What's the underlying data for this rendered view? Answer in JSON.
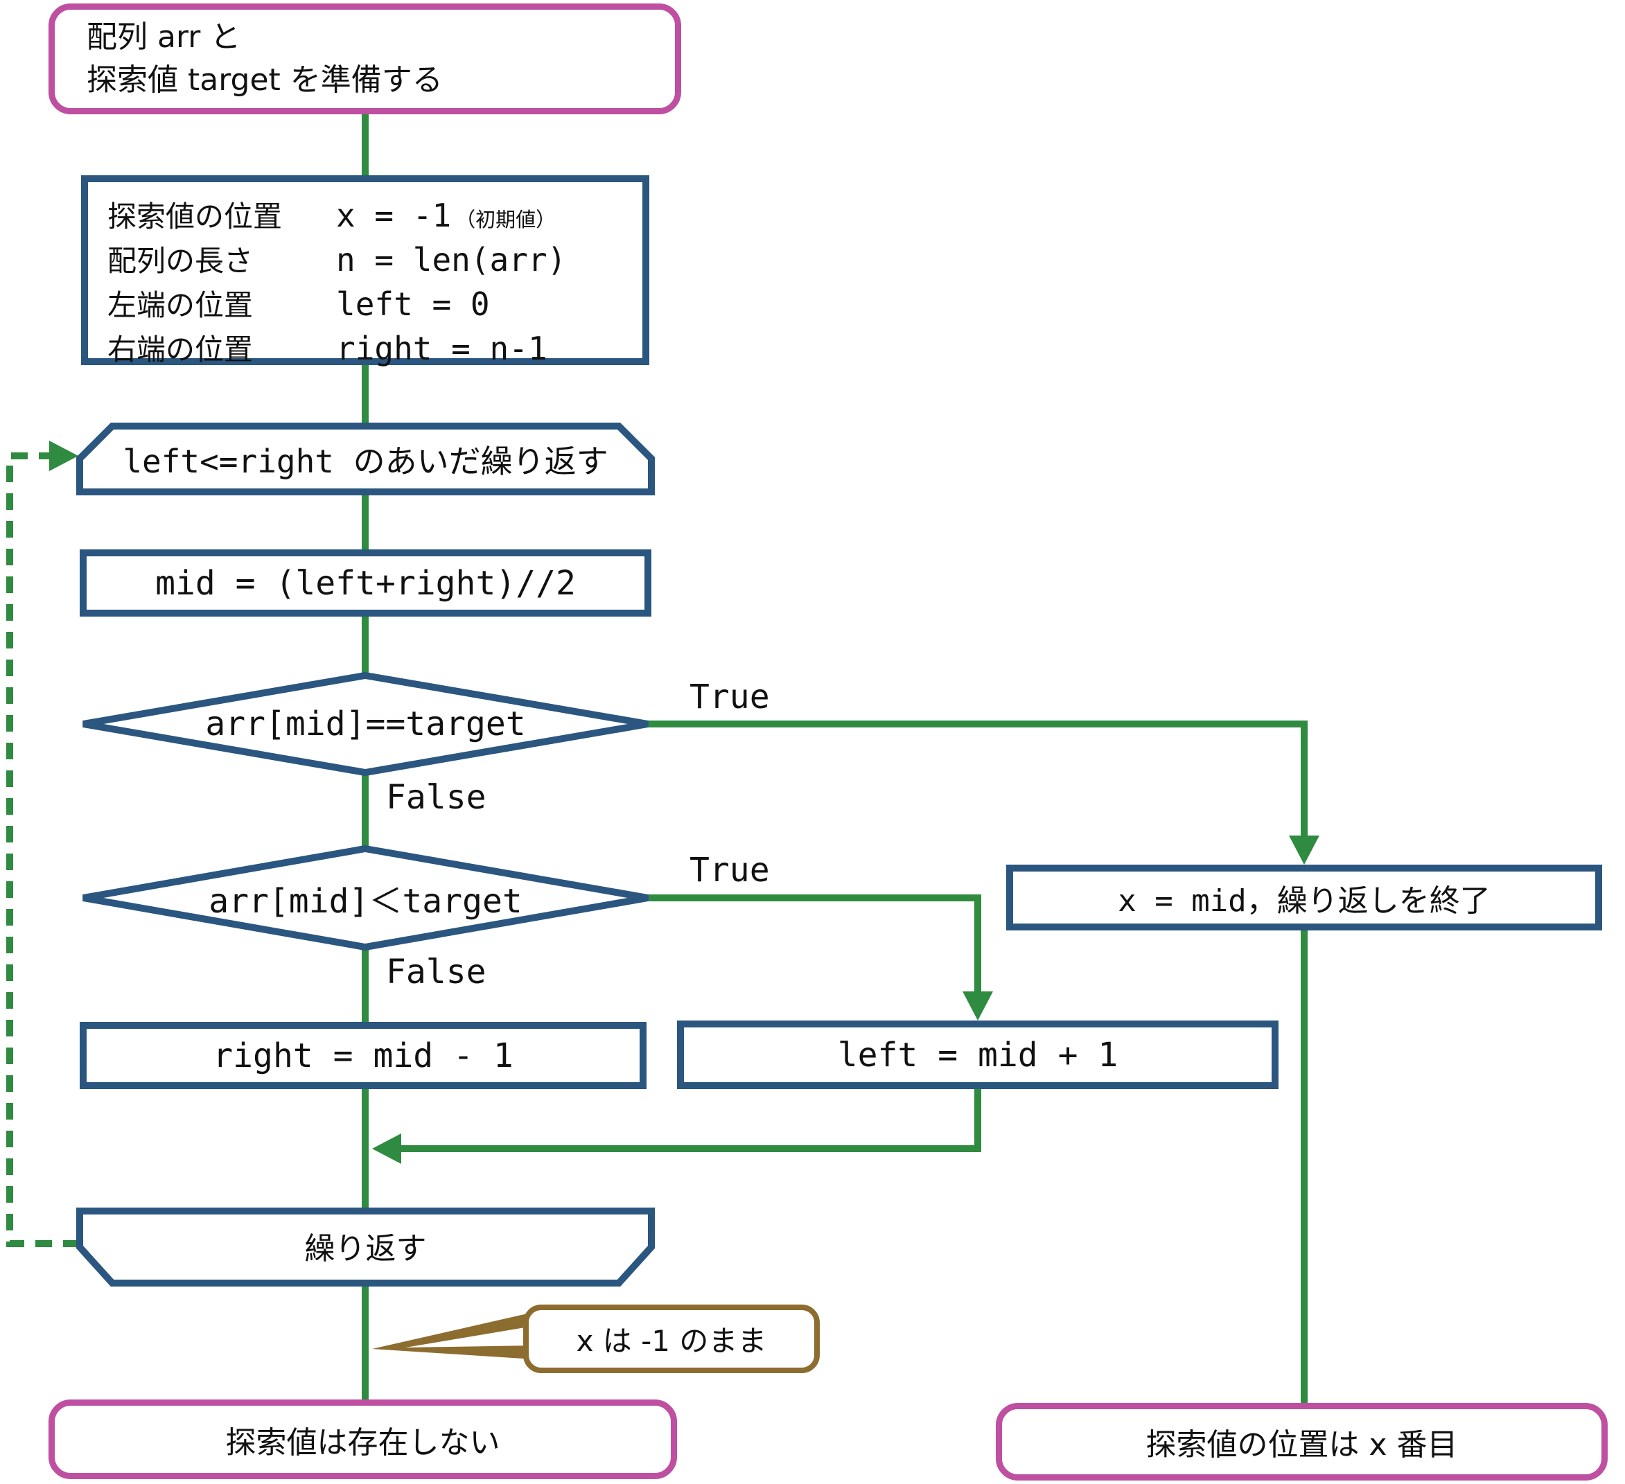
{
  "colors": {
    "arrow_green": "#2e8b40",
    "shape_blue": "#2a567f",
    "terminal_magenta": "#bf4fa0",
    "note_brown": "#8d6c2f",
    "text": "#111111",
    "background": "#ffffff"
  },
  "nodes": {
    "start": {
      "line1": "配列 arr と",
      "line2": "探索値 target を準備する"
    },
    "init": {
      "rows": [
        {
          "label": "探索値の位置",
          "code": "x = -1",
          "note": "（初期値）"
        },
        {
          "label": "配列の長さ",
          "code": "n = len(arr)",
          "note": ""
        },
        {
          "label": "左端の位置",
          "code": "left = 0",
          "note": ""
        },
        {
          "label": "右端の位置",
          "code": "right = n-1",
          "note": ""
        }
      ]
    },
    "loop_start": {
      "label": "left<=right のあいだ繰り返す"
    },
    "mid": {
      "label": "mid = (left+right)//2"
    },
    "decision_eq": {
      "label": "arr[mid]==target",
      "true_label": "True",
      "false_label": "False"
    },
    "decision_lt": {
      "label": "arr[mid]＜target",
      "true_label": "True",
      "false_label": "False"
    },
    "right_update": {
      "label": "right = mid - 1"
    },
    "left_update": {
      "label": "left = mid + 1"
    },
    "found": {
      "label": "x = mid，繰り返しを終了"
    },
    "loop_end": {
      "label": "繰り返す"
    },
    "note_bubble": {
      "label": "x は -1 のまま"
    },
    "end_not_found": {
      "label": "探索値は存在しない"
    },
    "end_found": {
      "label": "探索値の位置は x 番目"
    }
  }
}
